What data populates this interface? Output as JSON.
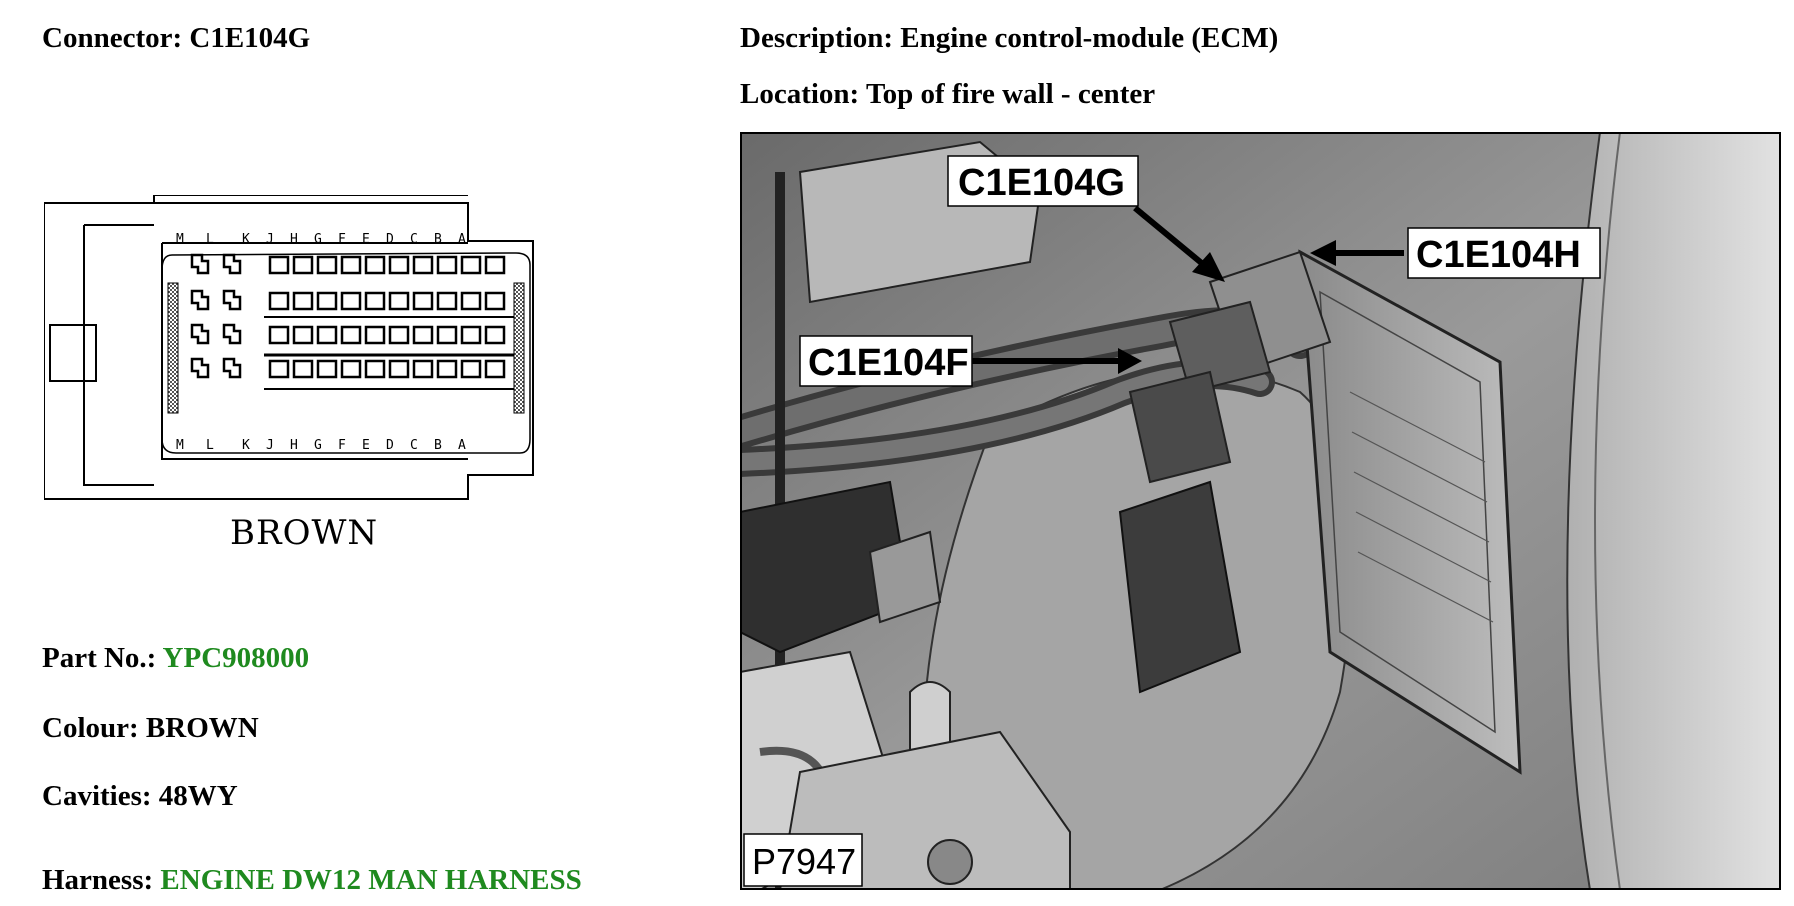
{
  "connector": {
    "label": "Connector:",
    "value": "C1E104G"
  },
  "description": {
    "label": "Description:",
    "value": "Engine control-module (ECM)"
  },
  "location": {
    "label": "Location:",
    "value": "Top of fire wall - center"
  },
  "part_no": {
    "label": "Part No.:",
    "value": "YPC908000"
  },
  "colour": {
    "label": "Colour:",
    "value": "BROWN"
  },
  "cavities": {
    "label": "Cavities:",
    "value": "48WY"
  },
  "harness": {
    "label": "Harness:",
    "value": "ENGINE DW12 MAN HARNESS"
  },
  "diagram": {
    "colour_label": "BROWN",
    "top_letters": [
      "M",
      "L",
      "K",
      "J",
      "H",
      "G",
      "F",
      "E",
      "D",
      "C",
      "B",
      "A"
    ],
    "bottom_letters": [
      "M",
      "L",
      "K",
      "J",
      "H",
      "G",
      "F",
      "E",
      "D",
      "C",
      "B",
      "A"
    ]
  },
  "photo": {
    "callouts": [
      "C1E104G",
      "C1E104H",
      "C1E104F"
    ],
    "figure_id": "P7947"
  },
  "colors": {
    "accent_green": "#1f8a1f"
  }
}
